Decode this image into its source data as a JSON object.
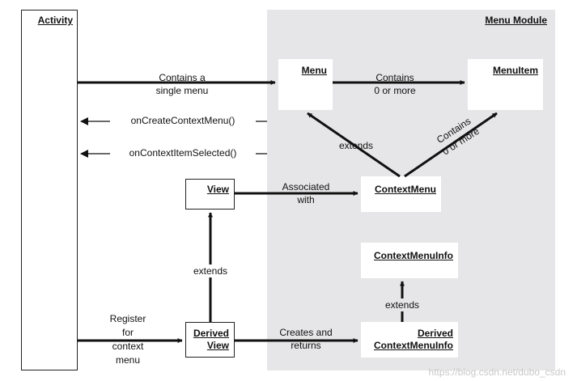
{
  "activity": {
    "title": "Activity"
  },
  "menu_module": {
    "title": "Menu Module"
  },
  "boxes": {
    "menu": "Menu",
    "menuitem": "MenuItem",
    "contextmenu": "ContextMenu",
    "view": "View",
    "derived_view": [
      "Derived",
      "View"
    ],
    "contextmenuinfo": "ContextMenuInfo",
    "derived_cmi": [
      "Derived",
      "ContextMenuInfo"
    ]
  },
  "labels": {
    "contains_single": [
      "Contains a",
      "single menu"
    ],
    "contains_zero": [
      "Contains",
      "0 or more"
    ],
    "on_create": "onCreateContextMenu()",
    "on_selected": "onContextItemSelected()",
    "extends_menu": "extends",
    "contains_diag": [
      "Contains",
      "0 or more"
    ],
    "associated": [
      "Associated",
      "with"
    ],
    "extends_view": "extends",
    "register": [
      "Register",
      "for",
      "context",
      "menu"
    ],
    "creates": [
      "Creates and",
      "returns"
    ],
    "extends_cmi": "extends"
  },
  "watermark": "https://blog.csdn.net/dubo_csdn"
}
